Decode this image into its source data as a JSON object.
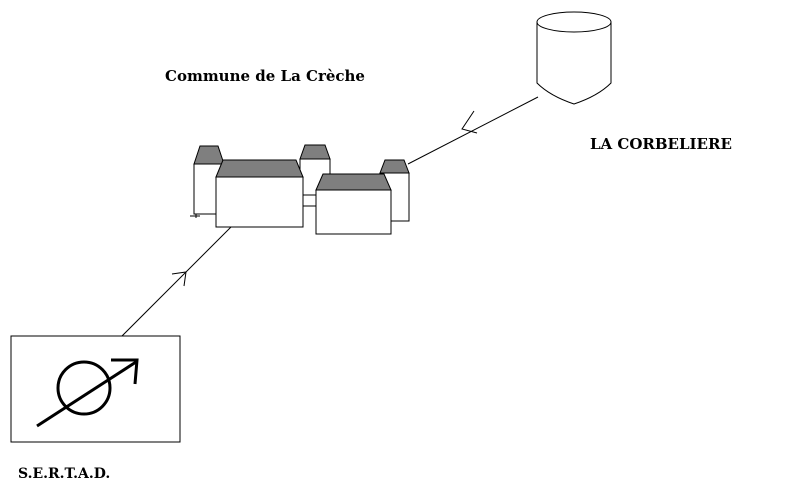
{
  "nodes": {
    "commune": {
      "label": "Commune de La Crèche"
    },
    "reservoir": {
      "label": "LA CORBELIERE"
    },
    "source": {
      "label": "S.E.R.T.A.D."
    }
  },
  "connections": [
    {
      "from": "source",
      "to": "commune"
    },
    {
      "from": "reservoir",
      "to": "commune"
    }
  ],
  "colors": {
    "line": "#000000",
    "roof": "#7f7f7f",
    "background": "#ffffff"
  },
  "icons": {
    "source": "diameter-arrow-icon",
    "reservoir": "reservoir-tank-icon",
    "commune": "town-buildings-icon"
  }
}
